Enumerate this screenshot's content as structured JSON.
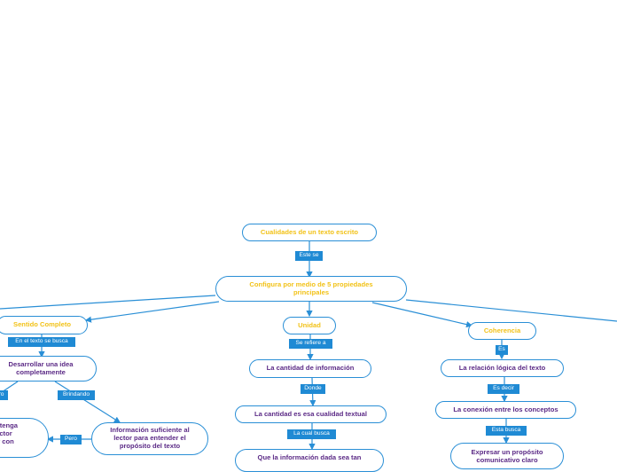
{
  "root": {
    "title": "Cualidades de un texto escrito"
  },
  "links": {
    "root_to_main": "Este se",
    "sentido_to_idea": "En el texto se busca",
    "idea_to_left": "ro",
    "idea_to_info": "Brindando",
    "info_to_left": "Pero",
    "unidad_to_cantidad": "Se refiere a",
    "cantidad_to_cualidad": "Donde",
    "cualidad_to_que": "La cual busca",
    "coherencia_to_relacion": "Es",
    "relacion_to_conexion": "Es decir",
    "conexion_to_expresar": "Esta busca"
  },
  "nodes": {
    "main": "Configura por medio de 5 propiedades principales",
    "sentido": "Sentido Completo",
    "idea": "Desarrollar una idea completamente",
    "info": "Información suficiente al lector para entender el propósito del texto",
    "left_partial": "o tenga\nlector\nar con\nn",
    "unidad": "Unidad",
    "cantidad": "La cantidad de información",
    "cualidad": "La cantidad es esa cualidad textual",
    "que": "Que la información dada sea tan",
    "coherencia": "Coherencia",
    "relacion": "La relación lógica del texto",
    "conexion": "La conexión entre los conceptos",
    "expresar": "Expresar un propósito comunicativo claro"
  },
  "colors": {
    "line": "#2a8fd6",
    "label_bg": "#1f8ad4",
    "yellow_text": "#f2c218",
    "purple_text": "#5b2a86"
  }
}
